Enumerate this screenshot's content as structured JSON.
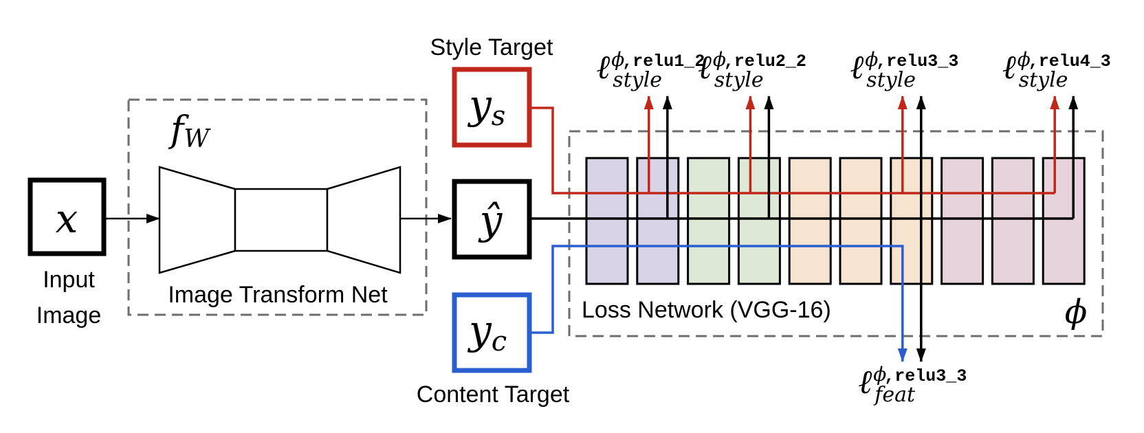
{
  "colors": {
    "style_red": "#c0281c",
    "content_blue": "#2a5fcf",
    "dashed_gray": "#6e6e6e",
    "block_purple": "#d9d3e7",
    "block_green": "#dde8d6",
    "block_orange": "#f7e4d0",
    "block_mauve": "#e6d3dc"
  },
  "input": {
    "symbol": "x",
    "label_line1": "Input",
    "label_line2": "Image"
  },
  "transform_net": {
    "symbol_main": "f",
    "symbol_sub": "W",
    "label": "Image Transform Net"
  },
  "style_target": {
    "label": "Style Target",
    "symbol_main": "y",
    "symbol_sub": "s"
  },
  "output": {
    "symbol": "ŷ"
  },
  "content_target": {
    "label": "Content Target",
    "symbol_main": "y",
    "symbol_sub": "c"
  },
  "loss_network": {
    "label": "Loss Network (VGG-16)",
    "symbol": "ϕ",
    "blocks": [
      {
        "group": "relu1",
        "color_key": "block_purple"
      },
      {
        "group": "relu1",
        "color_key": "block_purple"
      },
      {
        "group": "relu2",
        "color_key": "block_green"
      },
      {
        "group": "relu2",
        "color_key": "block_green"
      },
      {
        "group": "relu3",
        "color_key": "block_orange"
      },
      {
        "group": "relu3",
        "color_key": "block_orange"
      },
      {
        "group": "relu3",
        "color_key": "block_orange"
      },
      {
        "group": "relu4",
        "color_key": "block_mauve"
      },
      {
        "group": "relu4",
        "color_key": "block_mauve"
      },
      {
        "group": "relu4",
        "color_key": "block_mauve"
      }
    ]
  },
  "style_losses": [
    {
      "main": "ℓ",
      "sup_phi": "ϕ",
      "sup_layer": ",relu1_2",
      "sub": "style",
      "tap_block": 1
    },
    {
      "main": "ℓ",
      "sup_phi": "ϕ",
      "sup_layer": ",relu2_2",
      "sub": "style",
      "tap_block": 3
    },
    {
      "main": "ℓ",
      "sup_phi": "ϕ",
      "sup_layer": ",relu3_3",
      "sub": "style",
      "tap_block": 6
    },
    {
      "main": "ℓ",
      "sup_phi": "ϕ",
      "sup_layer": ",relu4_3",
      "sub": "style",
      "tap_block": 9
    }
  ],
  "feature_loss": {
    "main": "ℓ",
    "sup_phi": "ϕ",
    "sup_layer": ",relu3_3",
    "sub": "feat",
    "tap_block": 6
  }
}
